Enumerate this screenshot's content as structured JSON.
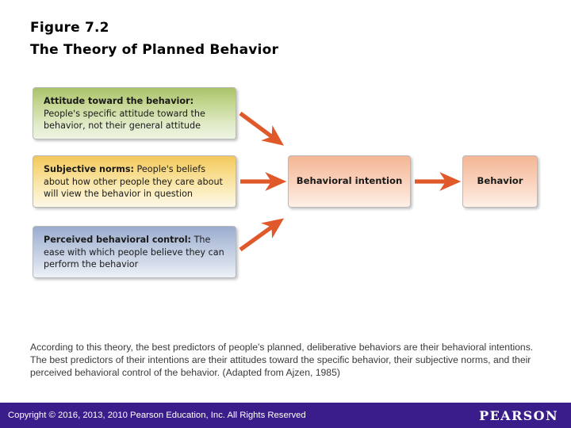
{
  "header": {
    "figure_number": "Figure 7.2",
    "figure_title": "The Theory of Planned Behavior"
  },
  "diagram": {
    "nodes": [
      {
        "id": "attitude",
        "lead": "Attitude toward the behavior:",
        "body": " People's specific attitude toward the behavior, not their general attitude",
        "color": "#a9c26a"
      },
      {
        "id": "subjective-norms",
        "lead": "Subjective norms:",
        "body": " People's beliefs about how other people they care about will view the behavior in question",
        "color": "#f2c75b"
      },
      {
        "id": "perceived-control",
        "lead": "Perceived behavioral control:",
        "body": " The ease with which people believe they can perform the behavior",
        "color": "#9aabcd"
      },
      {
        "id": "behavioral-intention",
        "label": "Behavioral intention",
        "color": "#f4b695"
      },
      {
        "id": "behavior",
        "label": "Behavior",
        "color": "#f4b695"
      }
    ],
    "arrow_color": "#e0592a",
    "arrows": [
      {
        "from": "attitude",
        "to": "behavioral-intention"
      },
      {
        "from": "subjective-norms",
        "to": "behavioral-intention"
      },
      {
        "from": "perceived-control",
        "to": "behavioral-intention"
      },
      {
        "from": "behavioral-intention",
        "to": "behavior"
      }
    ]
  },
  "caption": {
    "text": "According to this theory, the best predictors of people's planned, deliberative behaviors are their behavioral intentions. The best predictors of their intentions are their attitudes toward the specific behavior, their subjective norms, and their perceived behavioral control of the behavior. (Adapted from Ajzen, 1985)"
  },
  "footer": {
    "copyright": "Copyright © 2016, 2013, 2010 Pearson Education, Inc. All Rights Reserved",
    "logo": "PEARSON",
    "background": "#3a1d8a"
  }
}
